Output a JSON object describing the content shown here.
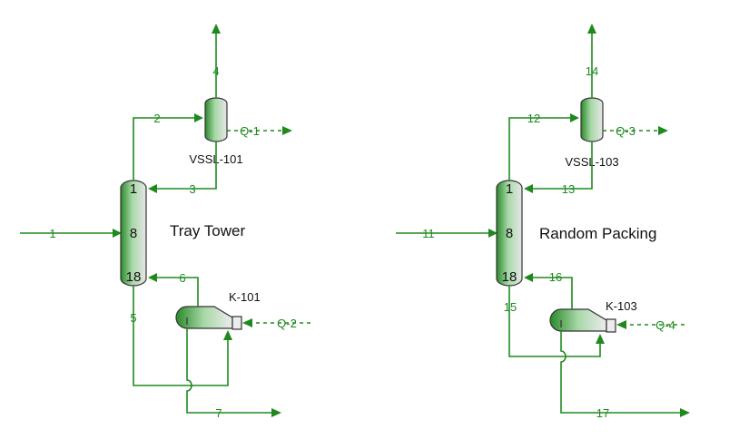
{
  "colors": {
    "stream": "#1e8a1e",
    "vessel_dark": "#2a8a2a",
    "vessel_light": "#e6e6e6"
  },
  "left": {
    "title": "Tray Tower",
    "vessel": "VSSL-101",
    "reboiler": "K-101",
    "stage_top": "1",
    "stage_feed": "8",
    "stage_bottom": "18",
    "streams": {
      "feed": "1",
      "overhead": "2",
      "reflux": "3",
      "vapor": "4",
      "bottoms": "5",
      "boilup": "6",
      "product": "7"
    },
    "energy": {
      "condenser": "Q-1",
      "reboiler": "Q-2"
    }
  },
  "right": {
    "title": "Random Packing",
    "vessel": "VSSL-103",
    "reboiler": "K-103",
    "stage_top": "1",
    "stage_feed": "8",
    "stage_bottom": "18",
    "streams": {
      "feed": "11",
      "overhead": "12",
      "reflux": "13",
      "vapor": "14",
      "bottoms": "15",
      "boilup": "16",
      "product": "17"
    },
    "energy": {
      "condenser": "Q-3",
      "reboiler": "Q-4"
    }
  }
}
